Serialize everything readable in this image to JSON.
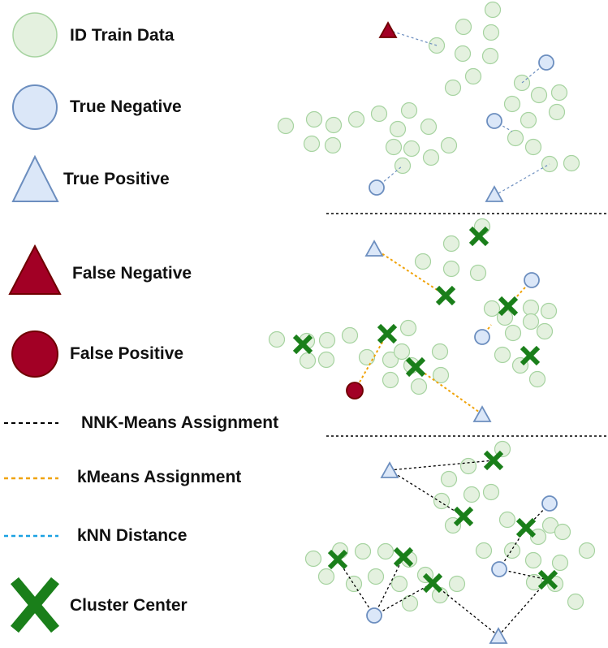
{
  "legend": {
    "id_train_data": "ID Train Data",
    "true_negative": "True Negative",
    "true_positive": "True Positive",
    "false_negative": "False Negative",
    "false_positive": "False Positive",
    "nnk_assignment": "NNK-Means Assignment",
    "kmeans_assignment": "kMeans Assignment",
    "knn_distance": "kNN Distance",
    "cluster_center": "Cluster Center"
  },
  "colors": {
    "train_fill": "#e4f1df",
    "train_stroke": "#a6d3a0",
    "tn_fill": "#dbe7f8",
    "tn_stroke": "#6c8ebf",
    "fn_fill": "#a20025",
    "fn_stroke": "#6f0000",
    "cluster_center": "#1a7f1a",
    "nnk_line": "#000000",
    "kmeans_line": "#f0a30a",
    "knn_line": "#1ba1e2",
    "panel_divider": "#000000"
  },
  "panels": [
    {
      "name": "knn",
      "link_style": "knn_line"
    },
    {
      "name": "kmeans",
      "link_style": "kmeans_line"
    },
    {
      "name": "nnk",
      "link_style": "nnk_line"
    }
  ]
}
